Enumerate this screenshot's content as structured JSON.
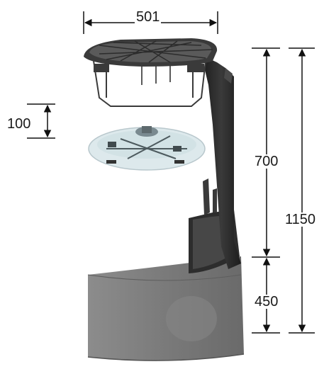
{
  "dimensions": {
    "top_width": "501",
    "lid_gap": "100",
    "upper_height": "700",
    "lower_height": "450",
    "total_height": "1150"
  },
  "colors": {
    "lid_dark": "#3a3a3a",
    "body_grey": "#7d7d7d",
    "pipe_dark": "#262626",
    "filter_tint": "#cfe3e8",
    "line": "#111111"
  }
}
